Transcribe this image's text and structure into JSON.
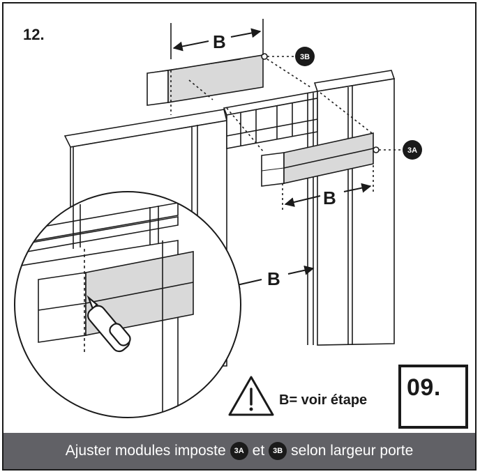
{
  "step_number": "12.",
  "dimension_label": "B",
  "badges": {
    "a": "3A",
    "b": "3B"
  },
  "note": "B= voir étape",
  "reference_step": "09.",
  "caption": {
    "text_1": "Ajuster modules  imposte",
    "badge_1": "3A",
    "text_2": "et",
    "badge_2": "3B",
    "text_3": "selon largeur porte"
  }
}
